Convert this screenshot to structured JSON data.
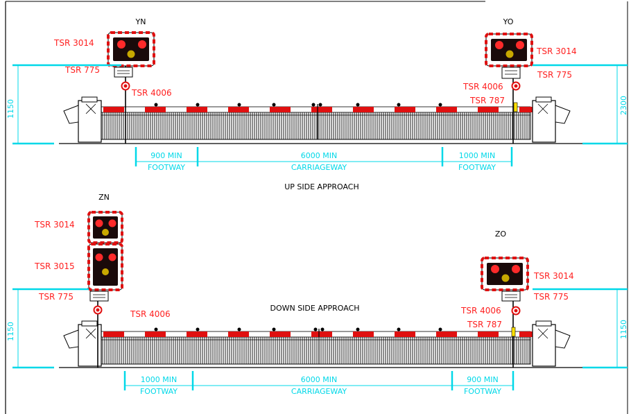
{
  "colors": {
    "dimension": "#00d8e8",
    "label_red": "#ff2020",
    "barrier_red": "#e01010",
    "signal_face": "#1a0a0a",
    "lamp_red": "#ff2a2a",
    "lamp_amber": "#c8a800",
    "line": "#000000"
  },
  "up": {
    "title": "UP SIDE APPROACH",
    "left_signal_id": "YN",
    "right_signal_id": "YO",
    "left_labels": {
      "signal": "TSR 3014",
      "plate": "TSR 775",
      "button": "TSR 4006"
    },
    "right_labels": {
      "signal": "TSR 3014",
      "plate": "TSR 775",
      "button": "TSR 4006",
      "post": "TSR 787"
    },
    "left_height": "1150",
    "right_height": "2300",
    "dims": [
      {
        "value": "900 MIN",
        "name": "FOOTWAY"
      },
      {
        "value": "6000 MIN",
        "name": "CARRIAGEWAY"
      },
      {
        "value": "1000 MIN",
        "name": "FOOTWAY"
      }
    ]
  },
  "down": {
    "title": "DOWN SIDE APPROACH",
    "left_signal_id": "ZN",
    "right_signal_id": "ZO",
    "left_labels": {
      "signal": "TSR 3014",
      "second_signal": "TSR 3015",
      "plate": "TSR 775",
      "button": "TSR 4006"
    },
    "right_labels": {
      "signal": "TSR 3014",
      "plate": "TSR 775",
      "button": "TSR 4006",
      "post": "TSR 787"
    },
    "left_height": "1150",
    "right_height": "1150",
    "dims": [
      {
        "value": "1000 MIN",
        "name": "FOOTWAY"
      },
      {
        "value": "6000 MIN",
        "name": "CARRIAGEWAY"
      },
      {
        "value": "900 MIN",
        "name": "FOOTWAY"
      }
    ]
  }
}
